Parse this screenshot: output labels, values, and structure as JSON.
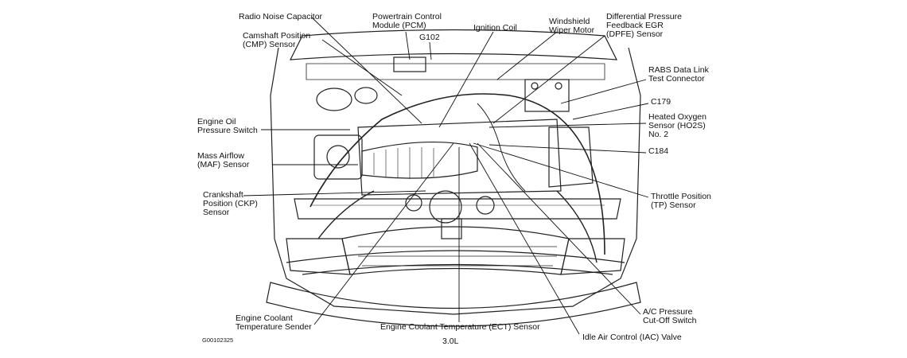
{
  "diagram": {
    "figure_id": "G00102325",
    "engine": "3.0L",
    "labels": {
      "radio_noise_capacitor": "Radio Noise Capacitor",
      "pcm": "Powertrain Control\nModule (PCM)",
      "g102": "G102",
      "ignition_coil": "Ignition Coil",
      "windshield_wiper_motor": "Windshield\nWiper Motor",
      "dpfe_sensor": "Differential Pressure\nFeedback EGR\n(DPFE) Sensor",
      "cmp_sensor": "Camshaft Position\n(CMP) Sensor",
      "rabs_connector": "RABS Data Link\nTest Connector",
      "c179": "C179",
      "ho2s": "Heated Oxygen\nSensor (HO2S)\nNo. 2",
      "c184": "C184",
      "oil_pressure_switch": "Engine Oil\nPressure Switch",
      "maf_sensor": "Mass Airflow\n(MAF) Sensor",
      "ckp_sensor": "Crankshaft\nPosition (CKP)\nSensor",
      "tp_sensor": "Throttle Position\n(TP) Sensor",
      "coolant_temp_sender": "Engine Coolant\nTemperature Sender",
      "ect_sensor": "Engine Coolant Temperature (ECT) Sensor",
      "ac_pressure_switch": "A/C Pressure\nCut-Off Switch",
      "iac_valve": "Idle Air Control (IAC) Valve"
    }
  }
}
